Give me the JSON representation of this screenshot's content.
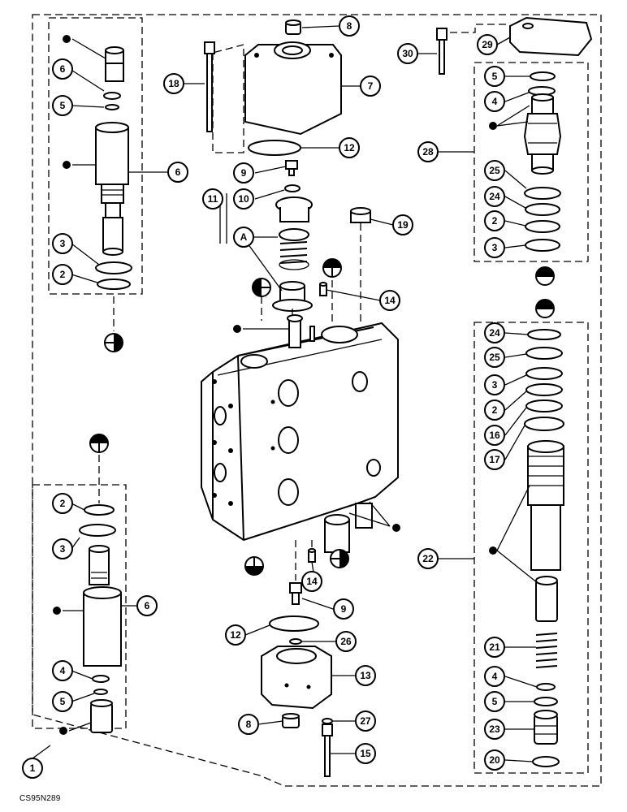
{
  "figure_code": "CS95N289",
  "callouts": [
    "1",
    "2",
    "3",
    "4",
    "5",
    "6",
    "7",
    "8",
    "9",
    "10",
    "11",
    "12",
    "13",
    "14",
    "15",
    "16",
    "17",
    "18",
    "19",
    "20",
    "21",
    "22",
    "23",
    "24",
    "25",
    "26",
    "27",
    "28",
    "29",
    "30",
    "A"
  ]
}
